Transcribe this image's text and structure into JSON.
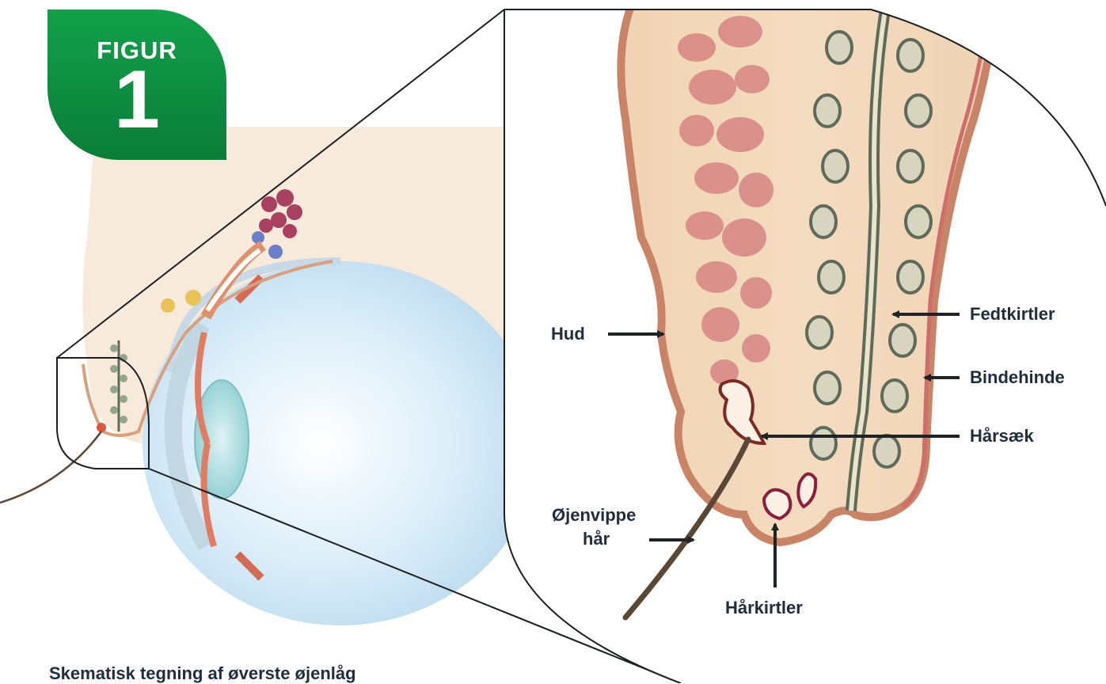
{
  "badge": {
    "word": "FIGUR",
    "number": "1"
  },
  "labels": {
    "hud": "Hud",
    "fedtkirtler": "Fedtkirtler",
    "bindehinde": "Bindehinde",
    "harsaek": "Hårsæk",
    "ojenvippe_line1": "Øjenvippe",
    "ojenvippe_line2": "hår",
    "harkirtler": "Hårkirtler"
  },
  "caption": "Skematisk tegning af øverste øjenlåg",
  "colors": {
    "badge_green": "#0a8a3f",
    "skin_tan": "#f1d9bd",
    "skin_border": "#c98467",
    "conjunctiva_pink": "#cf6d6b",
    "tarsal_gland_grey": "#5f6b58",
    "eye_blue": "#cfe7f5",
    "label_text": "#1f2d3d"
  }
}
